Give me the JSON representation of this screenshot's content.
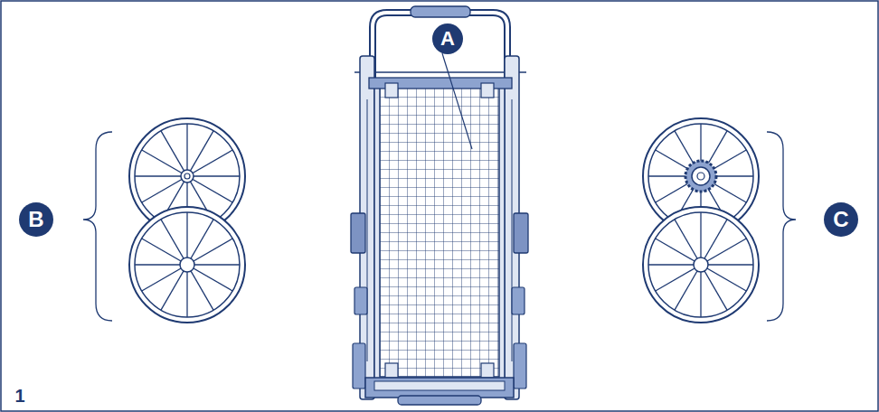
{
  "diagram": {
    "labels": [
      "A",
      "B",
      "C",
      "1"
    ]
  }
}
